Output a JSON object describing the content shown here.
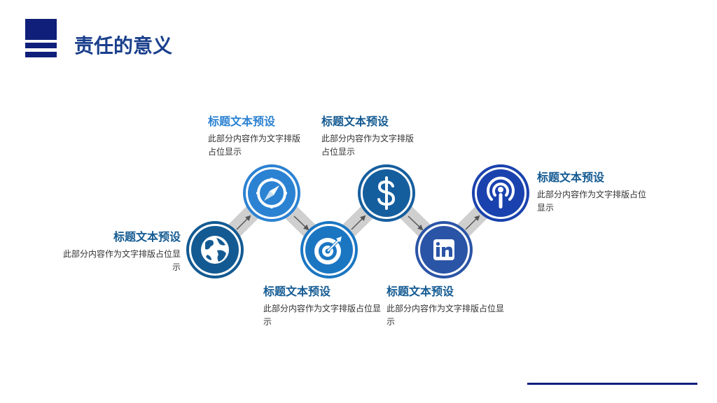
{
  "page": {
    "title": "责任的意义"
  },
  "colors": {
    "navy": "#0f1f7a",
    "title_blue": "#1a3f8c",
    "connector_gray": "#cfcfcf",
    "arrow_gray": "#555555"
  },
  "steps": [
    {
      "icon": "globe-icon",
      "color": "#135a92",
      "title_color": "#135a92",
      "title": "标题文本预设",
      "desc": "此部分内容作为文字排版占位显示"
    },
    {
      "icon": "compass-icon",
      "color": "#2b82d2",
      "title_color": "#2b82d2",
      "title": "标题文本预设",
      "desc": "此部分内容作为文字排版占位显示"
    },
    {
      "icon": "target-icon",
      "color": "#1b76c2",
      "title_color": "#135a92",
      "title": "标题文本预设",
      "desc": "此部分内容作为文字排版占位显示"
    },
    {
      "icon": "dollar-icon",
      "color": "#155e9e",
      "title_color": "#135a92",
      "title": "标题文本预设",
      "desc": "此部分内容作为文字排版占位显示"
    },
    {
      "icon": "linkedin-icon",
      "color": "#2a54a6",
      "title_color": "#135a92",
      "title": "标题文本预设",
      "desc": "此部分内容作为文字排版占位显示"
    },
    {
      "icon": "podcast-icon",
      "color": "#1a42ae",
      "title_color": "#135a92",
      "title": "标题文本预设",
      "desc": "此部分内容作为文字排版占位显示"
    }
  ]
}
